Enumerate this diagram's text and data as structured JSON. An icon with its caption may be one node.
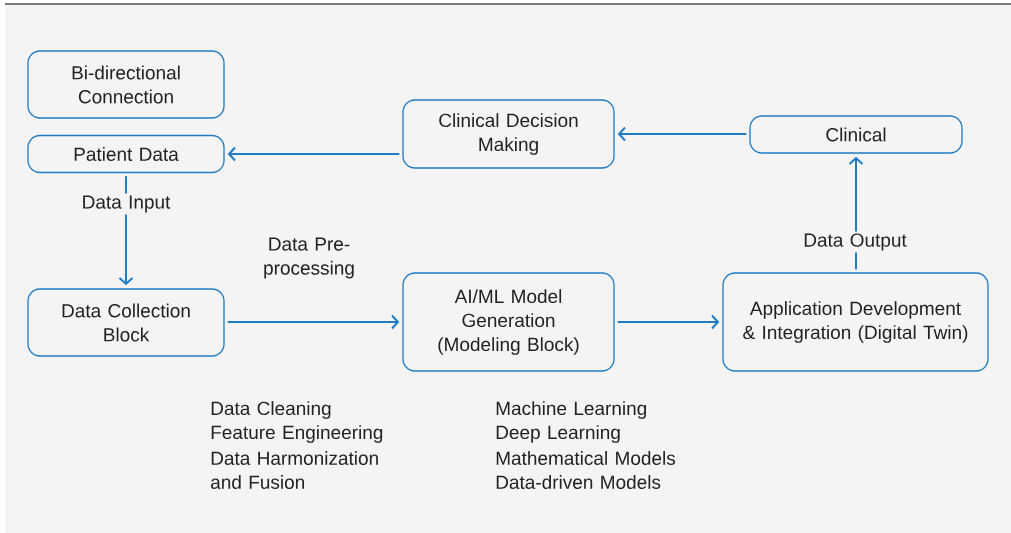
{
  "diagram": {
    "nodes": [
      {
        "text": [
          "Bi-directional Connection"
        ]
      },
      {
        "text": [
          "Patient Data"
        ]
      },
      {
        "text": [
          "Data Collection Block"
        ]
      },
      {
        "text": [
          "AI/ML Model Generation (Modeling Block)"
        ]
      },
      {
        "text": [
          "Application Development & Integration (Digital Twin)"
        ]
      },
      {
        "text": [
          "Clinical"
        ]
      },
      {
        "text": [
          "Clinical Decision Making"
        ]
      }
    ],
    "edges": [
      {
        "from": 1,
        "to": 2,
        "arrow": "to",
        "label": "Data Input"
      },
      {
        "from": 2,
        "to": 3,
        "arrow": "to",
        "label": "Data Pre-processing"
      },
      {
        "from": 3,
        "to": 4,
        "arrow": "to"
      },
      {
        "from": 4,
        "to": 5,
        "arrow": "to",
        "label": "Data Output"
      },
      {
        "from": 5,
        "to": 6,
        "arrow": "to"
      },
      {
        "from": 6,
        "to": 1,
        "arrow": "to"
      }
    ],
    "labels": [
      "Data Cleaning",
      "Feature Engineering",
      "Data Harmonization and Fusion",
      "Machine Learning",
      "Deep Learning",
      "Mathematical Models",
      "Data-driven Models"
    ]
  }
}
